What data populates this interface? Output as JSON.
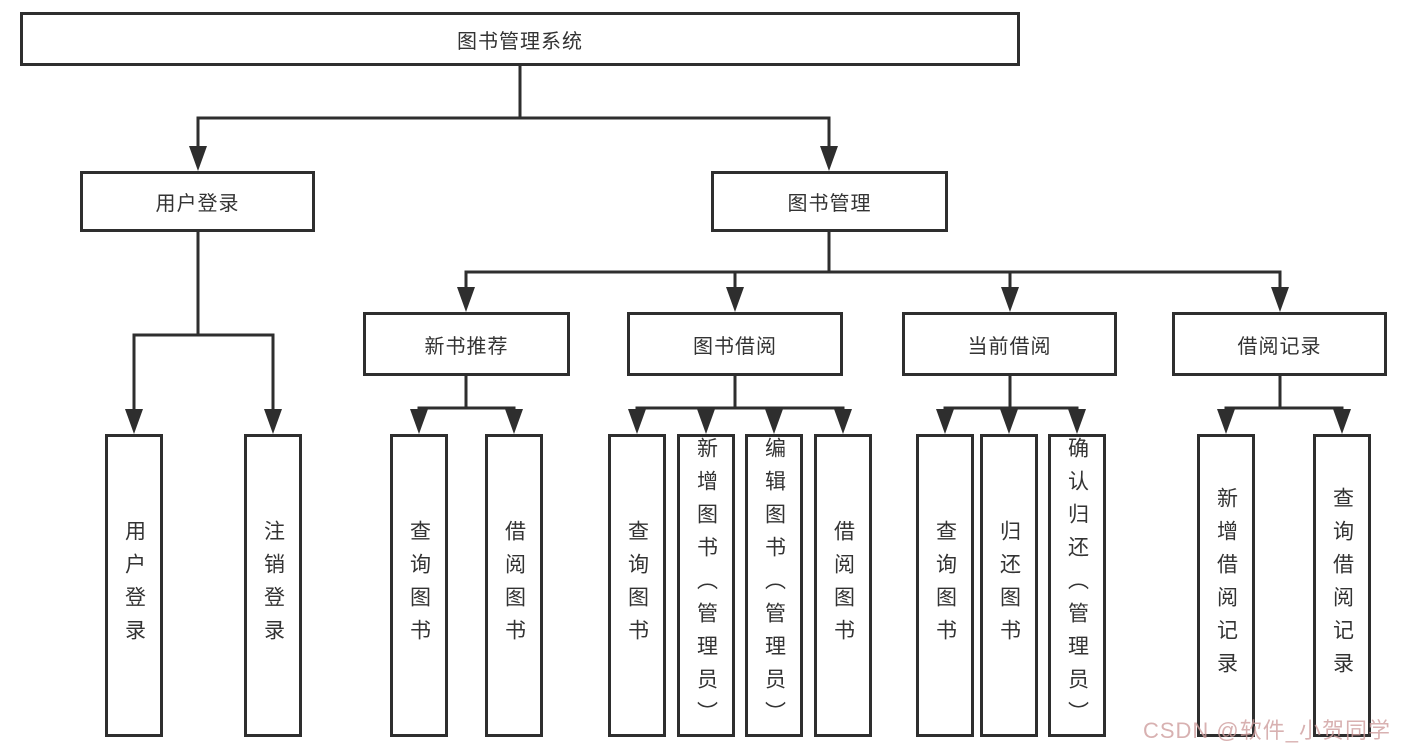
{
  "colors": {
    "line": "#2e2e2e",
    "box_border": "#2e2e2e",
    "box_background": "#ffffff",
    "text": "#333333",
    "watermark": "#cf9e9e"
  },
  "watermark": {
    "text": "CSDN @软件_小贺同学"
  },
  "tree": {
    "root": {
      "label": "图书管理系统"
    },
    "branches": [
      {
        "label": "用户登录",
        "children": [
          {
            "label": "用户登录"
          },
          {
            "label": "注销登录"
          }
        ]
      },
      {
        "label": "图书管理",
        "children": [
          {
            "label": "新书推荐",
            "children": [
              {
                "label": "查询图书"
              },
              {
                "label": "借阅图书"
              }
            ]
          },
          {
            "label": "图书借阅",
            "children": [
              {
                "label": "查询图书"
              },
              {
                "label": "新增图书（管理员）"
              },
              {
                "label": "编辑图书（管理员）"
              },
              {
                "label": "借阅图书"
              }
            ]
          },
          {
            "label": "当前借阅",
            "children": [
              {
                "label": "查询图书"
              },
              {
                "label": "归还图书"
              },
              {
                "label": "确认归还（管理员）"
              }
            ]
          },
          {
            "label": "借阅记录",
            "children": [
              {
                "label": "新增借阅记录"
              },
              {
                "label": "查询借阅记录"
              }
            ]
          }
        ]
      }
    ]
  }
}
